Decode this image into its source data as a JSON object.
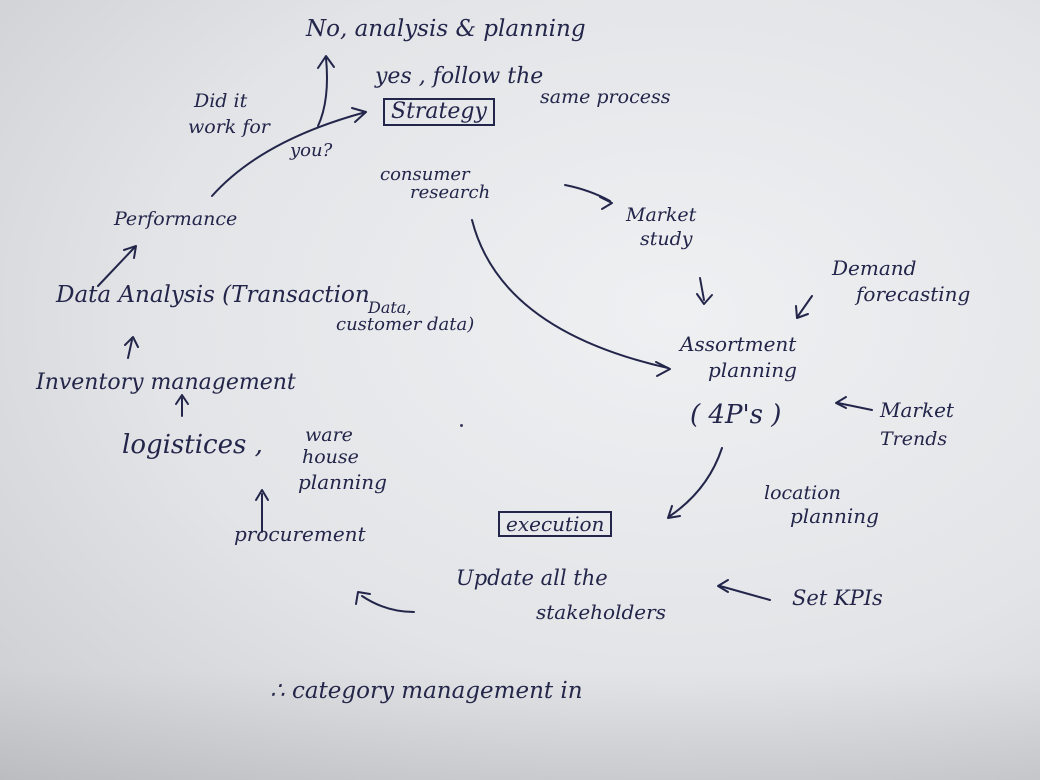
{
  "note": {
    "no_branch": "No, analysis & planning",
    "yes_branch": "yes , follow the",
    "strategy": "Strategy",
    "same_process": "same process",
    "question_line1": "Did it",
    "question_line2": "work for",
    "question_line3": "you?",
    "consumer_research_line1": "consumer",
    "consumer_research_line2": "research",
    "market_study_line1": "Market",
    "market_study_line2": "study",
    "demand_forecasting_line1": "Demand",
    "demand_forecasting_line2": "forecasting",
    "assortment_line1": "Assortment",
    "assortment_line2": "planning",
    "four_ps": "( 4P's )",
    "market_trends_line1": "Market",
    "market_trends_line2": "Trends",
    "location_planning_line1": "location",
    "location_planning_line2": "planning",
    "execution": "execution",
    "set_kpis": "Set KPIs",
    "update_line1": "Update all the",
    "update_line2": "stakeholders",
    "procurement": "procurement",
    "logistics_line1": "logistices ,",
    "logistics_line2": "ware",
    "logistics_line3": "house",
    "logistics_line4": "planning",
    "inventory": "Inventory management",
    "data_analysis": "Data Analysis (Transaction",
    "data_analysis_line2": "Data,",
    "data_analysis_line3": "customer data)",
    "performance": "Performance",
    "footer": "∴ category management in"
  }
}
